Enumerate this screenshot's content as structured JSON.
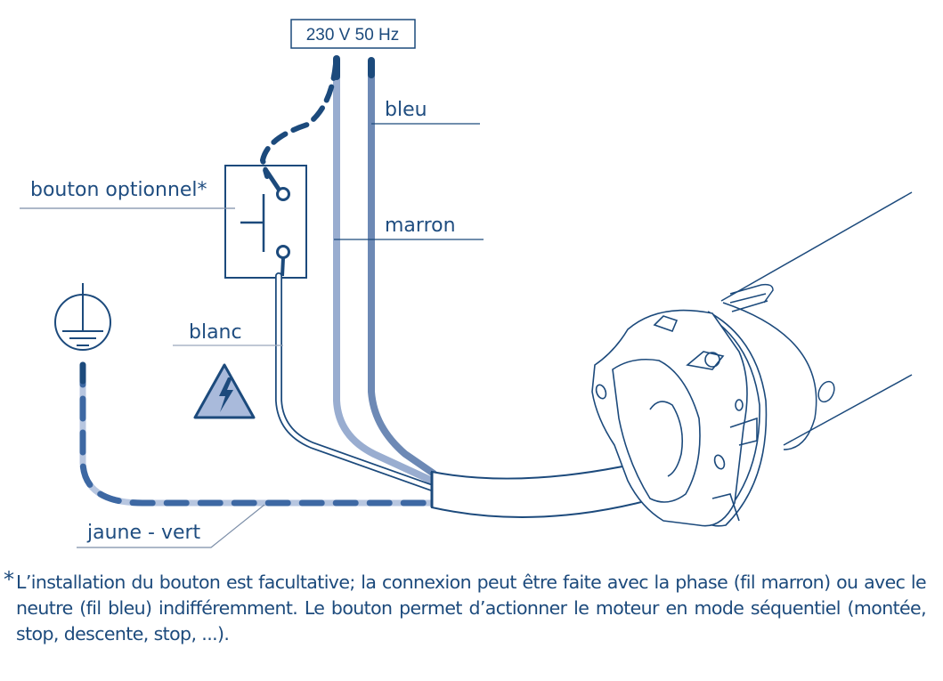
{
  "power_supply": {
    "label": "230 V  50 Hz"
  },
  "wire_labels": {
    "blue": "bleu",
    "brown": "marron",
    "white": "blanc",
    "earth": "jaune - vert"
  },
  "button_label": "bouton optionnel*",
  "icons": {
    "earth": "earth-ground-symbol",
    "warning": "high-voltage-warning-triangle",
    "switch": "push-button-switch",
    "motor": "tubular-motor-head"
  },
  "colors": {
    "line": "#1c4a7c",
    "wire_blue": "#6d89b5",
    "wire_brown": "#99add0",
    "earth_light": "#b7c6e0",
    "earth_dark": "#3d68a3",
    "warning_fill": "#a9badb"
  },
  "footnote": {
    "marker": "*",
    "text": "L’installation du bouton est facultative; la connexion peut être faite avec la phase (fil marron) ou avec le neutre (fil bleu) indifféremment. Le bouton permet d’actionner le moteur en mode séquentiel (montée, stop, descente, stop, ...)."
  }
}
